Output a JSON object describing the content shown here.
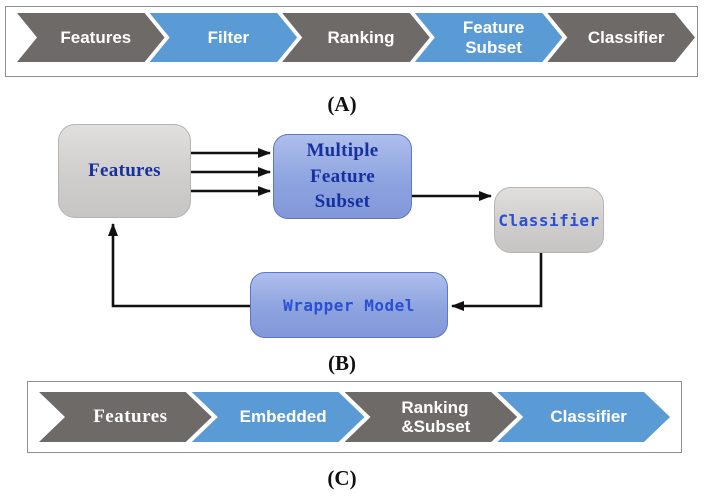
{
  "colors": {
    "chevron_gray": "#6e6a67",
    "chevron_blue": "#5b9bd5",
    "node_gray_fill": "#cfcecd",
    "node_blue_fill": "#8ea4e0",
    "node_blue_border": "#5b77c9",
    "node_text_blue": "#16309f",
    "mono_text_blue": "#2a4fd2",
    "chevron_text": "#ffffff",
    "arrow_black": "#111111",
    "panel_border": "#8f8f8f"
  },
  "section_a": {
    "caption": "(A)",
    "steps": [
      {
        "label": "Features"
      },
      {
        "label": "Filter"
      },
      {
        "label": "Ranking"
      },
      {
        "label": "Feature\nSubset"
      },
      {
        "label": "Classifier"
      }
    ]
  },
  "section_b": {
    "caption": "(B)",
    "nodes": {
      "features": "Features",
      "subset": "Multiple\nFeature\nSubset",
      "classifier": "Classifier",
      "wrapper": "Wrapper Model"
    }
  },
  "section_c": {
    "caption": "(C)",
    "steps": [
      {
        "label": "Features"
      },
      {
        "label": "Embedded"
      },
      {
        "label": "Ranking\n&Subset"
      },
      {
        "label": "Classifier"
      }
    ]
  }
}
